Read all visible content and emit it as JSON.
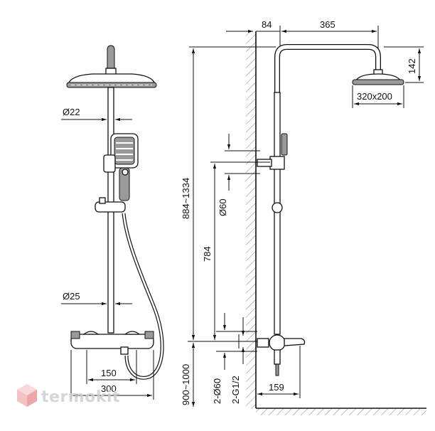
{
  "dimensions": {
    "pipe_diameter": "Ø22",
    "rail_diameter": "Ø25",
    "spacing_150": "150",
    "width_300": "300",
    "offset_84": "84",
    "arm_365": "365",
    "head_height_142": "142",
    "head_size": "320x200",
    "height_range": "884~1334",
    "outlet_60": "Ø60",
    "height_784": "784",
    "base_height": "900~1000",
    "inlet_60": "2-Ø60",
    "inlet_thread": "2-G1/2",
    "depth_159": "159"
  },
  "logo": {
    "text": "termokit"
  }
}
